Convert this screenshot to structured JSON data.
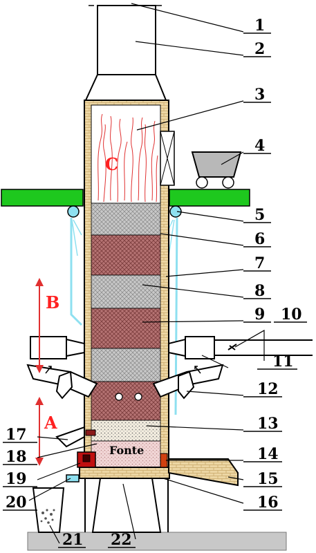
{
  "labels": {
    "l1": "1",
    "l2": "2",
    "l3": "3",
    "l4": "4",
    "l5": "5",
    "l6": "6",
    "l7": "7",
    "l8": "8",
    "l9": "9",
    "l10": "10",
    "l11": "11",
    "l12": "12",
    "l13": "13",
    "l14": "14",
    "l15": "15",
    "l16": "16",
    "l17": "17",
    "l18": "18",
    "l19": "19",
    "l20": "20",
    "l21": "21",
    "l22": "22"
  },
  "zones": {
    "a": "A",
    "b": "B",
    "c": "C"
  },
  "hearth_text": "Fonte",
  "colors": {
    "brick": "#e8cf9a",
    "ore": "#b07070",
    "coke": "#b8b8b8",
    "platform": "#1ec81e",
    "water": "#8ee0f0",
    "flame": "#e03030",
    "zone_label": "#ff2020",
    "ground": "#c8c8c8"
  }
}
